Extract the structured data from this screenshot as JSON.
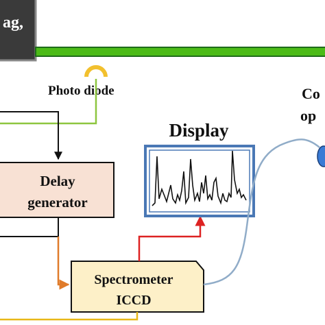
{
  "laser": {
    "label": "ag,"
  },
  "photodiode": {
    "label": "Photo diode"
  },
  "display": {
    "title": "Display"
  },
  "delay": {
    "line1": "Delay",
    "line2": "generator"
  },
  "spectrometer": {
    "line1": "Spectrometer",
    "line2": "ICCD"
  },
  "collection": {
    "line1": "Co",
    "line2": "op"
  },
  "colors": {
    "laser_box": "#3a3a3a",
    "beam": "#4cbb17",
    "beam_outline": "#1f6b1a",
    "photodiode": "#f2c02e",
    "photodiode_line": "#8dc63f",
    "delay_fill": "#f8e1d4",
    "spectro_fill": "#fdf0c8",
    "display_border": "#4a78b5",
    "arrow_orange": "#e07b2a",
    "arrow_red": "#dd2222",
    "fiber": "#90acc8",
    "lens": "#3a7bd5",
    "yellow_line": "#e8b818"
  }
}
